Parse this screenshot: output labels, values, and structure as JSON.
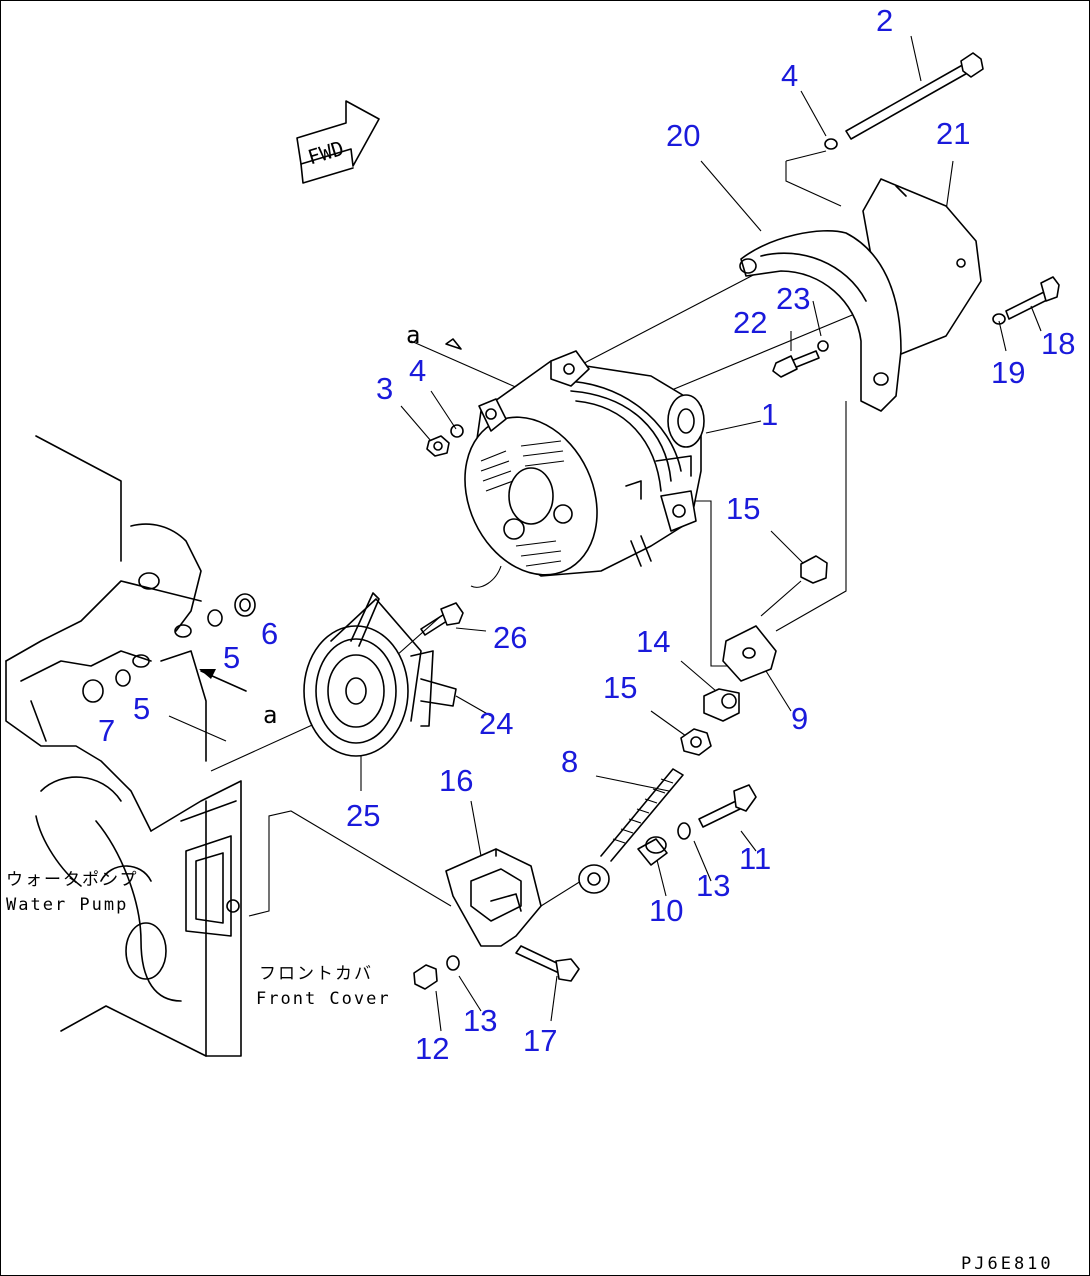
{
  "diagram": {
    "fwd_label": "FWD",
    "ref_a": "a",
    "water_pump_jp": "ウォータポンプ",
    "water_pump_en": "Water Pump",
    "front_cover_jp": "フロントカバ",
    "front_cover_en": "Front Cover",
    "drawing_code": "PJ6E810",
    "part_numbers": [
      {
        "id": "n1",
        "label": "1"
      },
      {
        "id": "n2",
        "label": "2"
      },
      {
        "id": "n3",
        "label": "3"
      },
      {
        "id": "n4a",
        "label": "4"
      },
      {
        "id": "n4b",
        "label": "4"
      },
      {
        "id": "n5a",
        "label": "5"
      },
      {
        "id": "n5b",
        "label": "5"
      },
      {
        "id": "n6",
        "label": "6"
      },
      {
        "id": "n7",
        "label": "7"
      },
      {
        "id": "n8",
        "label": "8"
      },
      {
        "id": "n9",
        "label": "9"
      },
      {
        "id": "n10",
        "label": "10"
      },
      {
        "id": "n11",
        "label": "11"
      },
      {
        "id": "n12",
        "label": "12"
      },
      {
        "id": "n13a",
        "label": "13"
      },
      {
        "id": "n13b",
        "label": "13"
      },
      {
        "id": "n14",
        "label": "14"
      },
      {
        "id": "n15a",
        "label": "15"
      },
      {
        "id": "n15b",
        "label": "15"
      },
      {
        "id": "n16",
        "label": "16"
      },
      {
        "id": "n17",
        "label": "17"
      },
      {
        "id": "n18",
        "label": "18"
      },
      {
        "id": "n19",
        "label": "19"
      },
      {
        "id": "n20",
        "label": "20"
      },
      {
        "id": "n21",
        "label": "21"
      },
      {
        "id": "n22",
        "label": "22"
      },
      {
        "id": "n23",
        "label": "23"
      },
      {
        "id": "n24",
        "label": "24"
      },
      {
        "id": "n25",
        "label": "25"
      },
      {
        "id": "n26",
        "label": "26"
      }
    ],
    "colors": {
      "label_blue": "#1a1adb",
      "ink": "#000000",
      "paper": "#ffffff"
    }
  }
}
